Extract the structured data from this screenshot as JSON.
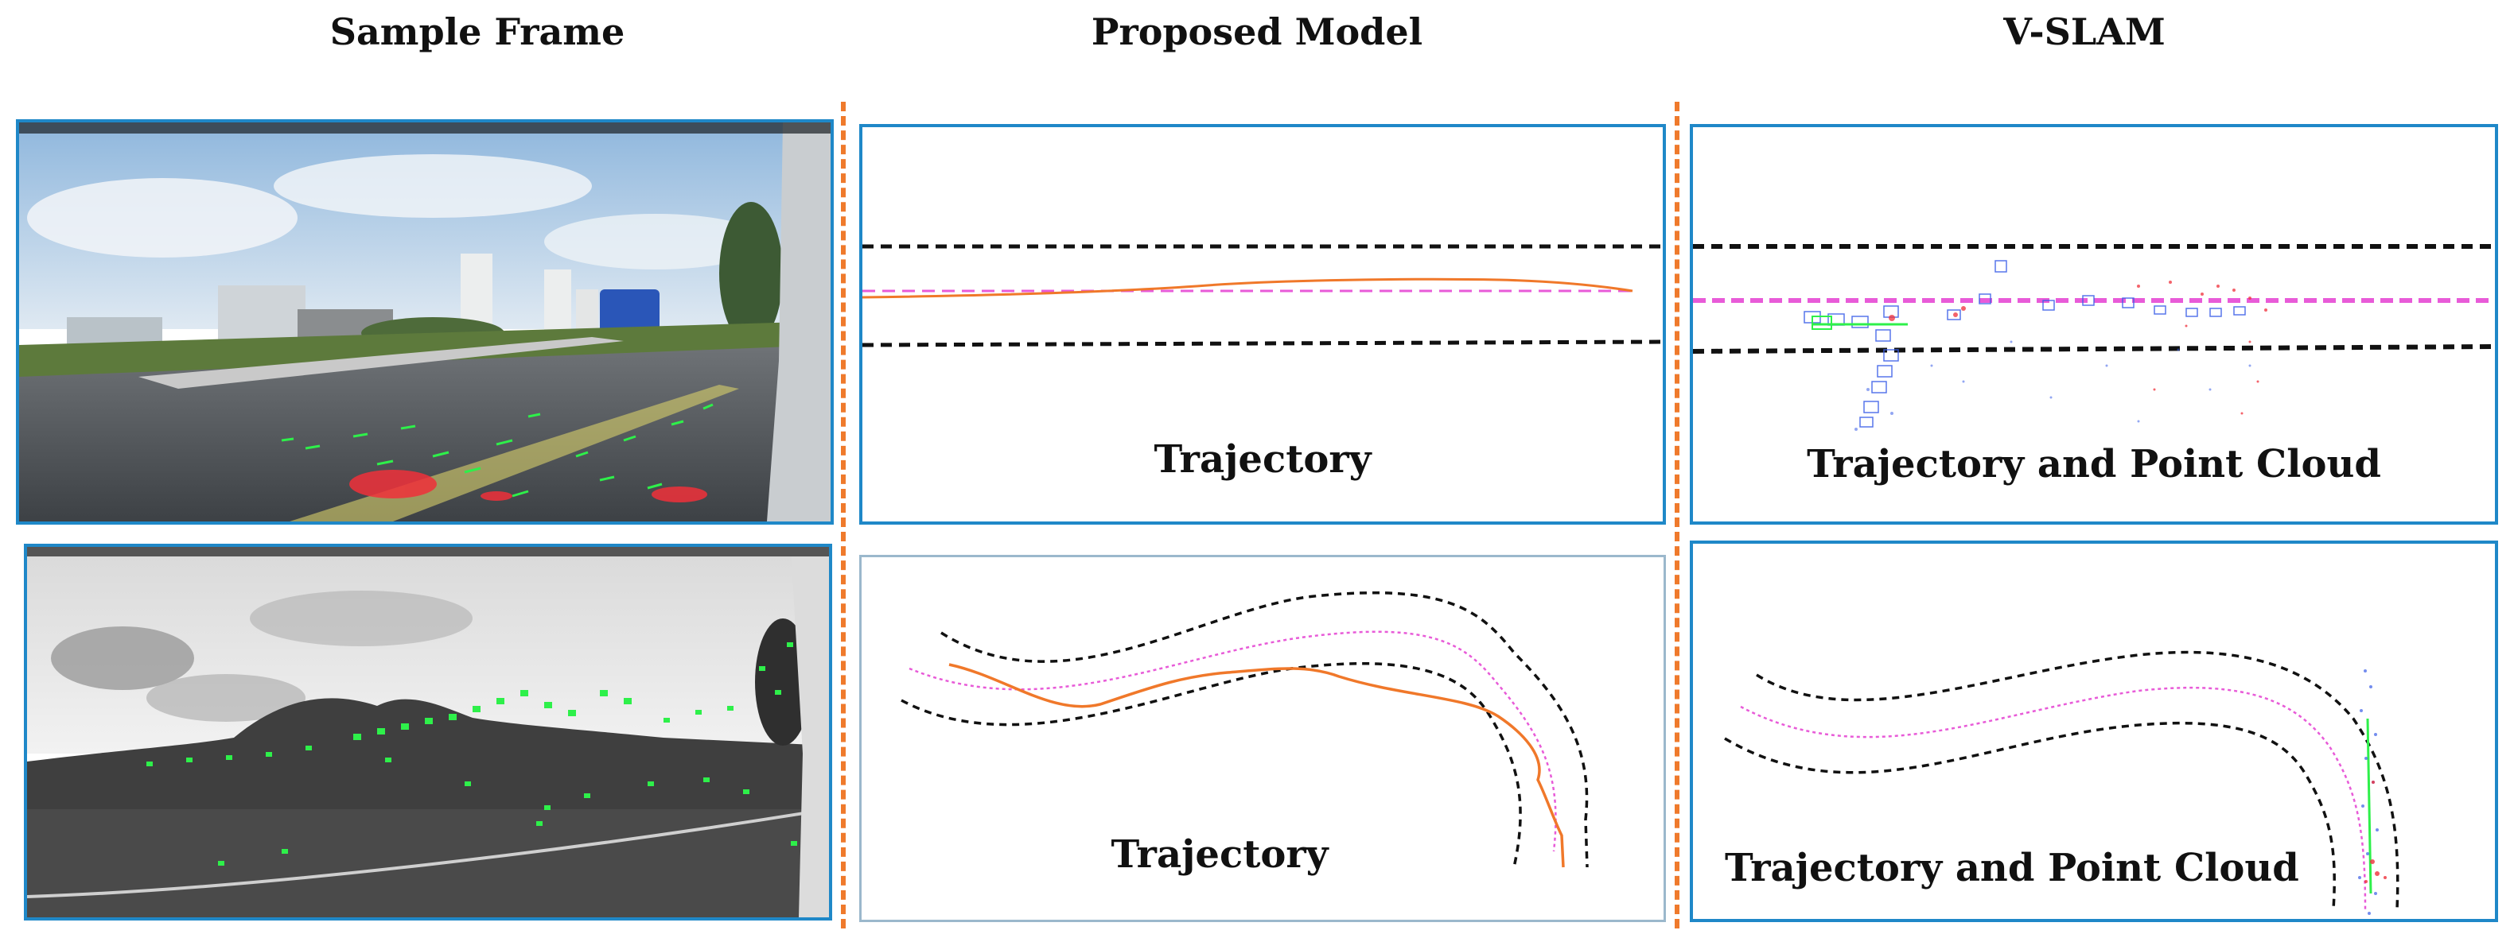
{
  "columns": {
    "sample_frame": "Sample Frame",
    "proposed_model": "Proposed Model",
    "vslam": "V-SLAM"
  },
  "captions": {
    "proposed_top": "Trajectory",
    "proposed_bottom": "Trajectory",
    "vslam_top": "Trajectory and Point Cloud",
    "vslam_bottom": "Trajectory and Point Cloud"
  },
  "colors": {
    "panel_border": "#1f88c8",
    "divider": "#ef7a2c",
    "trajectory": "#f0782a",
    "lane_center": "#e85bd8",
    "lane_edge": "#111111",
    "feature_green": "#2ef04a",
    "feature_red": "#f0303a",
    "points_blue": "#3a5ee8"
  }
}
